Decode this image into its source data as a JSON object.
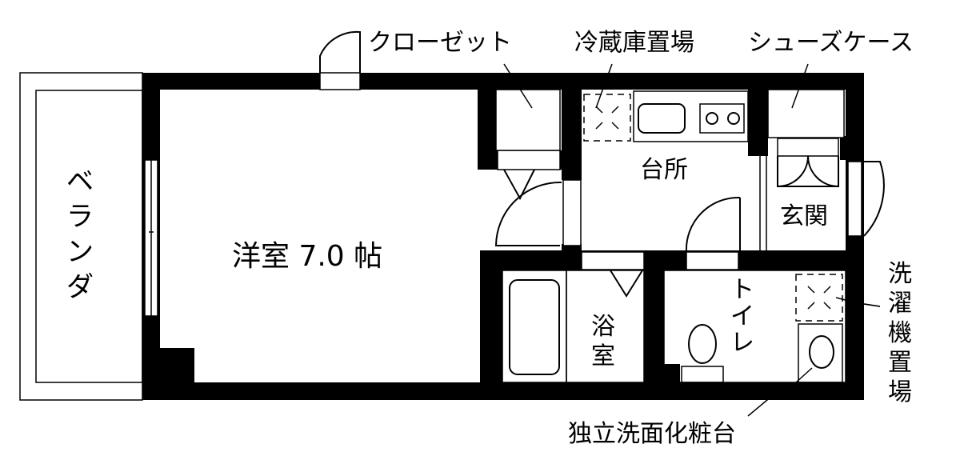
{
  "rooms": {
    "western_room": "洋室 7.0 帖",
    "veranda": [
      "ベ",
      "ラ",
      "ン",
      "ダ"
    ],
    "kitchen": "台所",
    "entrance": "玄関",
    "bath": [
      "浴",
      "室"
    ],
    "toilet": [
      "ト",
      "イ",
      "レ"
    ]
  },
  "callouts": {
    "closet": "クローゼット",
    "fridge": "冷蔵庫置場",
    "shoe_case": "シューズケース",
    "washer": [
      "洗",
      "濯",
      "機",
      "置",
      "場"
    ],
    "vanity": "独立洗面化粧台"
  },
  "colors": {
    "wall": "#000000",
    "background": "#ffffff"
  }
}
